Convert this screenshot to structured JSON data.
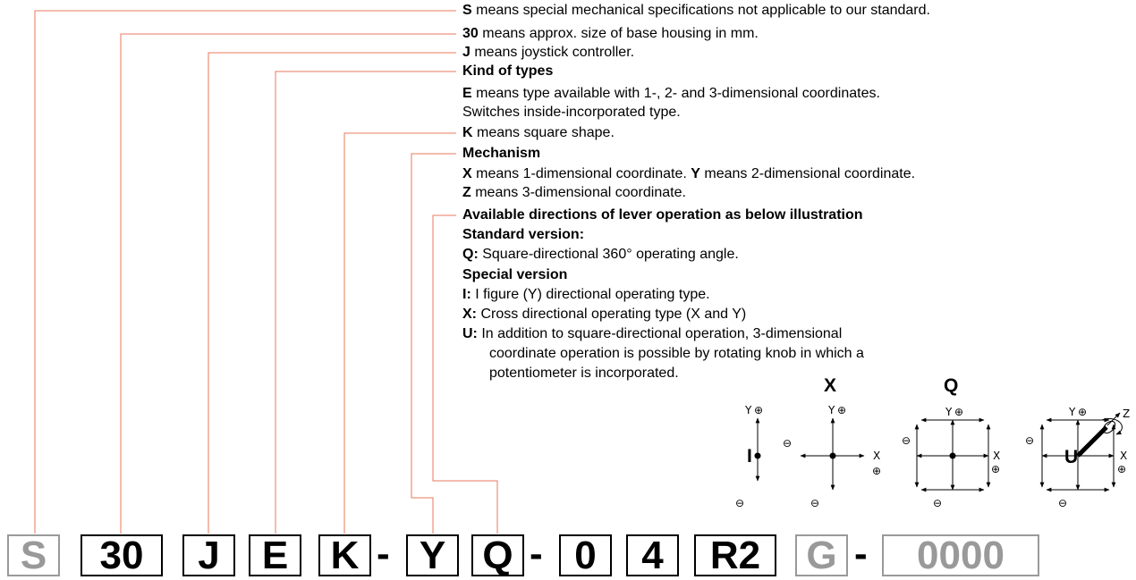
{
  "descriptions": {
    "s": {
      "code": "S",
      "text": " means special mechanical specifications not applicable to our standard."
    },
    "size": {
      "code": "30",
      "text": " means approx. size of base housing in mm."
    },
    "j": {
      "code": "J",
      "text": " means joystick controller."
    },
    "kind": {
      "heading": "Kind of types",
      "e_code": "E",
      "e_text": " means type available with 1-, 2- and 3-dimensional coordinates.",
      "e_line2": "Switches inside-incorporated type."
    },
    "k": {
      "code": "K",
      "text": " means square shape."
    },
    "mechanism": {
      "heading": "Mechanism",
      "x_code": "X",
      "x_text": " means 1-dimensional coordinate. ",
      "y_code": "Y",
      "y_text": " means 2-dimensional coordinate.",
      "z_code": "Z",
      "z_text": " means 3-dimensional coordinate."
    },
    "directions": {
      "heading": "Available directions of lever operation as below illustration",
      "standard_heading": "Standard version:",
      "q_code": "Q:",
      "q_text": " Square-directional 360°  operating angle.",
      "special_heading": "Special version",
      "i_code": "I:",
      "i_text": " I figure (Y) directional operating type.",
      "x_code": "X:",
      "x_text": " Cross directional operating type (X and Y)",
      "u_code": "U:",
      "u_text": " In addition to square-directional operation, 3-dimensional",
      "u_line2": "coordinate operation is possible by rotating knob in which a",
      "u_line3": "potentiometer is incorporated."
    }
  },
  "illustrations": {
    "i": {
      "label": "I",
      "y": "Y",
      "plus": "⊕",
      "minus": "⊖"
    },
    "x": {
      "title": "X",
      "y": "Y",
      "x": "X",
      "plus": "⊕",
      "minus": "⊖"
    },
    "q": {
      "title": "Q",
      "y": "Y",
      "x": "X",
      "plus": "⊕",
      "minus": "⊖"
    },
    "u": {
      "label": "U",
      "y": "Y",
      "x": "X",
      "z": "Z",
      "plus": "⊕",
      "minus": "⊖"
    }
  },
  "code_boxes": [
    {
      "text": "S",
      "style": "grey"
    },
    {
      "text": "30",
      "style": "black"
    },
    {
      "text": "J",
      "style": "black"
    },
    {
      "text": "E",
      "style": "black"
    },
    {
      "text": "K",
      "style": "black"
    },
    {
      "text": "-",
      "style": "dash"
    },
    {
      "text": "Y",
      "style": "black"
    },
    {
      "text": "Q",
      "style": "black"
    },
    {
      "text": "-",
      "style": "dash"
    },
    {
      "text": "0",
      "style": "black"
    },
    {
      "text": "4",
      "style": "black"
    },
    {
      "text": "R2",
      "style": "black"
    },
    {
      "text": "G",
      "style": "grey"
    },
    {
      "text": "-",
      "style": "dash"
    },
    {
      "text": "0000",
      "style": "grey"
    }
  ],
  "colors": {
    "leader_line": "#e8785e",
    "grey_box": "#999999",
    "black": "#000000"
  }
}
